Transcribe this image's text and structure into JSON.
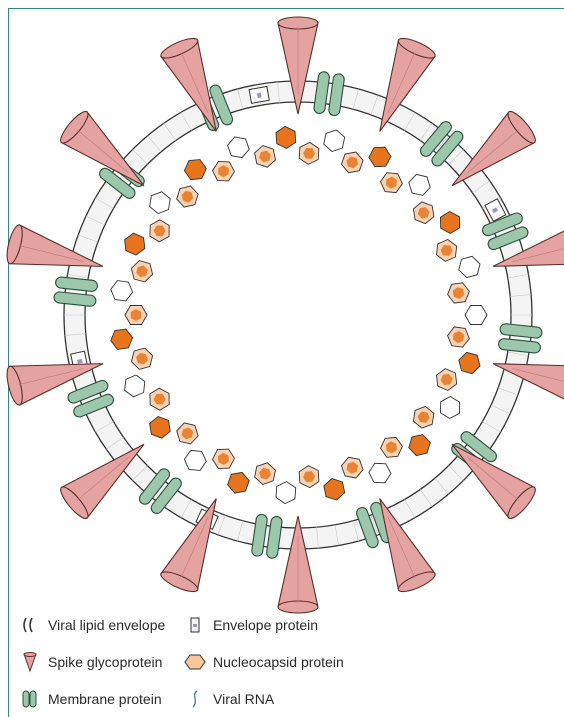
{
  "legend": {
    "viral_lipid_envelope": "Viral lipid envelope",
    "envelope_protein": "Envelope protein",
    "spike_glycoprotein": "Spike glycoprotein",
    "nucleocapsid_protein": "Nucleocapsid protein",
    "membrane_protein": "Membrane protein",
    "viral_rna": "Viral RNA"
  },
  "colors": {
    "frame": "#2f8a82",
    "spike_fill": "#e4a3a0",
    "spike_stroke": "#5a2e2b",
    "membrane_fill": "#9cc7ad",
    "membrane_stroke": "#2e4f3d",
    "envelope_fill": "#f4f4f4",
    "envelope_stroke": "#333333",
    "nucleocapsid_light": "#f9d3b3",
    "nucleocapsid_dark": "#e8751e",
    "rna": "#4f7f9a"
  }
}
